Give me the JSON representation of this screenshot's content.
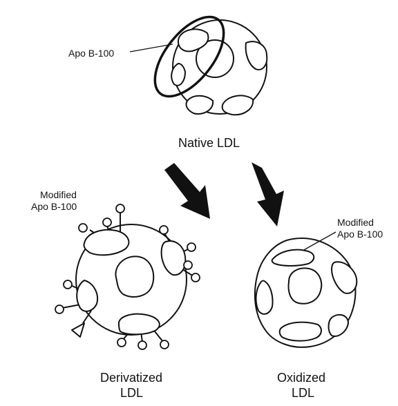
{
  "labels": {
    "native_apo": "Apo B-100",
    "native_title": "Native LDL",
    "deriv_mod_line1": "Modified",
    "deriv_mod_line2": "Apo B-100",
    "oxid_mod_line1": "Modified",
    "oxid_mod_line2": "Apo B-100",
    "deriv_title_line1": "Derivatized",
    "deriv_title_line2": "LDL",
    "oxid_title_line1": "Oxidized",
    "oxid_title_line2": "LDL"
  },
  "colors": {
    "ink": "#111111",
    "background": "#ffffff"
  }
}
